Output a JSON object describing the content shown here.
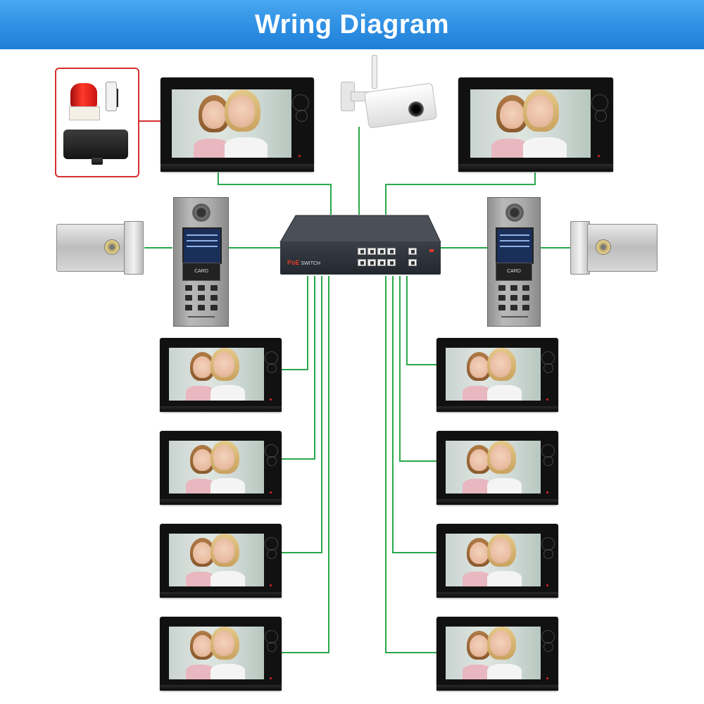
{
  "header": {
    "title": "Wring Diagram",
    "background": "#2e8fe3",
    "text_color": "#ffffff"
  },
  "switch": {
    "brand_prefix": "PoE",
    "brand_suffix": "SWITCH",
    "port_count": 10
  },
  "door_station": {
    "card_label": "CARD"
  },
  "colors": {
    "wire": "#2aa84a",
    "alarm_border": "#d72f2f"
  },
  "icons": [
    "alarm-beacon-icon",
    "siren-speaker-icon",
    "remote-control-icon",
    "ip-camera-icon",
    "electric-lock-icon",
    "door-station-icon",
    "poe-switch-icon",
    "indoor-monitor-icon"
  ]
}
